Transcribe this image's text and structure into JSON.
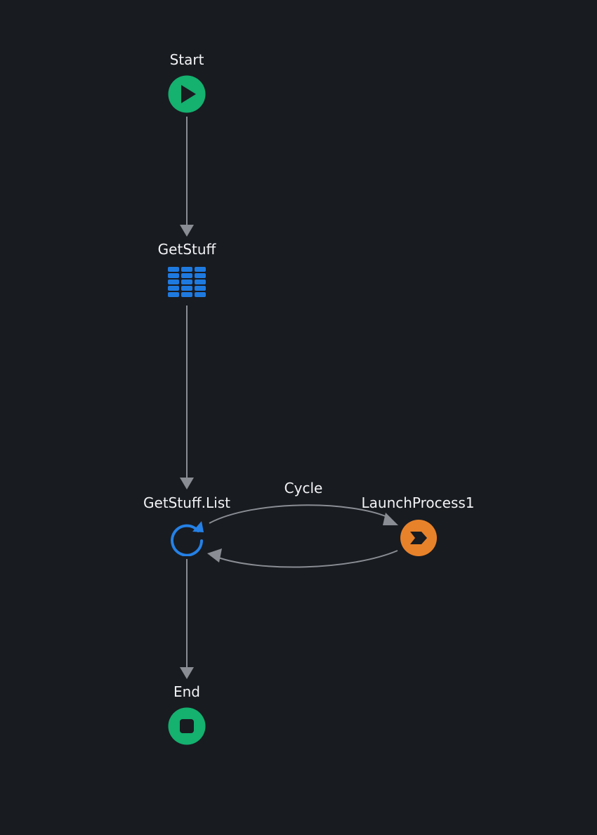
{
  "flow": {
    "nodes": {
      "start": {
        "label": "Start",
        "icon": "play-icon",
        "color": "#14b16f"
      },
      "getstuff": {
        "label": "GetStuff",
        "icon": "aggregate-table-icon",
        "color": "#1f7ae0"
      },
      "foreach": {
        "label": "GetStuff.List",
        "icon": "refresh-loop-icon",
        "color": "#2581e6"
      },
      "launch": {
        "label": "LaunchProcess1",
        "icon": "launch-process-icon",
        "color": "#e8822a"
      },
      "end": {
        "label": "End",
        "icon": "stop-icon",
        "color": "#14b16f"
      }
    },
    "edges": {
      "cycle_label": "Cycle"
    },
    "colors": {
      "background": "#181b20",
      "connector": "#8a8d93",
      "text": "#f2f3f5"
    }
  }
}
